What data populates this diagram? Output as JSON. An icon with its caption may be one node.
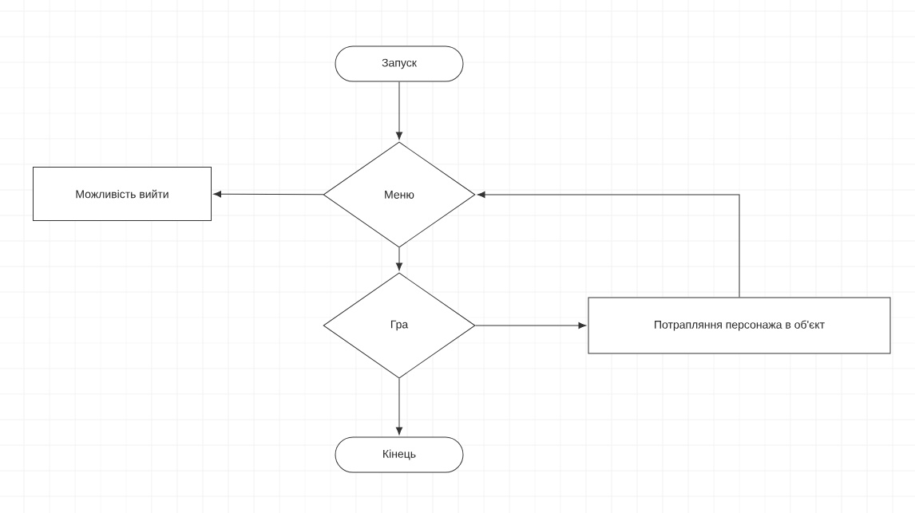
{
  "diagram": {
    "nodes": [
      {
        "text": [
          "Запуск"
        ]
      },
      {
        "text": [
          "Можливість вийти"
        ]
      },
      {
        "text": [
          "Меню"
        ]
      },
      {
        "text": [
          "Гра"
        ]
      },
      {
        "text": [
          "Потрапляння персонажа в об'єкт"
        ]
      },
      {
        "text": [
          "Кінець"
        ]
      }
    ],
    "edges": [
      {
        "from": 0,
        "to": 2,
        "arrow": "to"
      },
      {
        "from": 2,
        "to": 1,
        "arrow": "to"
      },
      {
        "from": 2,
        "to": 3,
        "arrow": "to"
      },
      {
        "from": 3,
        "to": 4,
        "arrow": "to"
      },
      {
        "from": 4,
        "to": 2,
        "arrow": "to"
      },
      {
        "from": 3,
        "to": 5,
        "arrow": "to"
      }
    ]
  }
}
